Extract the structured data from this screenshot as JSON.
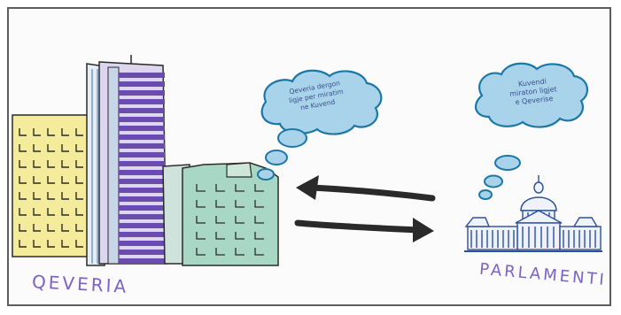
{
  "labels": {
    "left": "QEVERIA",
    "right": "PARLAMENTI"
  },
  "bubbles": {
    "left": [
      "Qeveria dergon",
      "ligje per miratim",
      "ne Kuvend"
    ],
    "right": [
      "Kuvendi",
      "miraton ligjet",
      "e Qeverise"
    ]
  },
  "colors": {
    "frame": "#5d5d5d",
    "label": "#7a63c9",
    "cloud_fill": "#a9d3ea",
    "cloud_stroke": "#1b78a6",
    "arrow": "#2a2a2a"
  }
}
